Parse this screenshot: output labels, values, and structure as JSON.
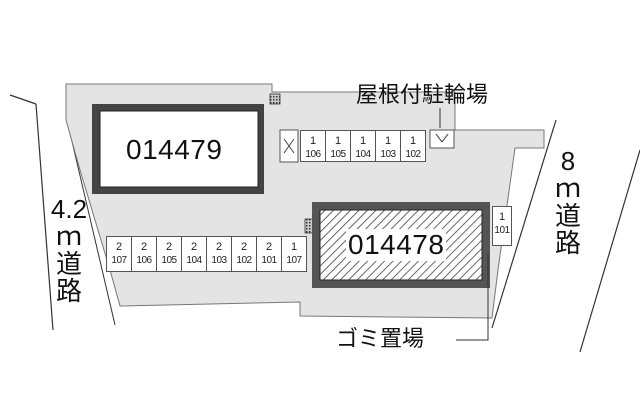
{
  "buildings": [
    {
      "id": "014479"
    },
    {
      "id": "014478"
    }
  ],
  "labels": {
    "bike_shelter": "屋根付駐輪場",
    "garbage": "ゴミ置場",
    "road_left": "4.2ｍ道路",
    "road_right": "8ｍ道路"
  },
  "bike_slots_top": [
    {
      "top": "1",
      "num": "106"
    },
    {
      "top": "1",
      "num": "105"
    },
    {
      "top": "1",
      "num": "104"
    },
    {
      "top": "1",
      "num": "103"
    },
    {
      "top": "1",
      "num": "102"
    }
  ],
  "parking_bottom": [
    {
      "top": "2",
      "num": "107"
    },
    {
      "top": "2",
      "num": "106"
    },
    {
      "top": "2",
      "num": "105"
    },
    {
      "top": "2",
      "num": "104"
    },
    {
      "top": "2",
      "num": "103"
    },
    {
      "top": "2",
      "num": "102"
    },
    {
      "top": "2",
      "num": "101"
    },
    {
      "top": "1",
      "num": "107"
    }
  ],
  "slot_right": {
    "top": "1",
    "num": "101"
  },
  "colors": {
    "lot": "#e6e6e6",
    "building_border": "#333333",
    "hatch": "#888888"
  }
}
